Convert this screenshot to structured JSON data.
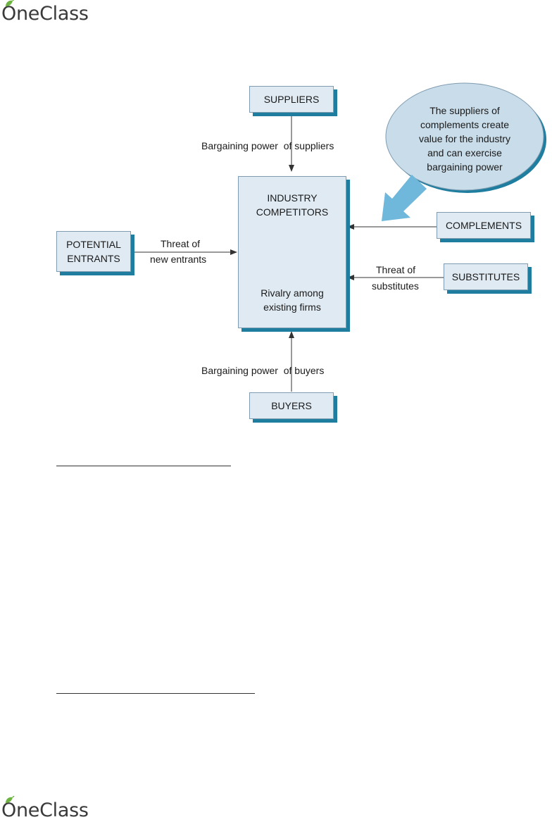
{
  "brand": {
    "name": "OneClass"
  },
  "diagram": {
    "suppliers": "SUPPLIERS",
    "buyers": "BUYERS",
    "potential_entrants": [
      "POTENTIAL",
      "ENTRANTS"
    ],
    "complements": "COMPLEMENTS",
    "substitutes": "SUBSTITUTES",
    "industry_competitors": [
      "INDUSTRY",
      "COMPETITORS"
    ],
    "rivalry": [
      "Rivalry among",
      "existing firms"
    ],
    "bargaining_suppliers": "Bargaining power  of suppliers",
    "bargaining_buyers": "Bargaining power  of buyers",
    "threat_new_entrants": [
      "Threat of",
      "new entrants"
    ],
    "threat_substitutes": [
      "Threat of",
      "substitutes"
    ],
    "callout": [
      "The suppliers of",
      "complements create",
      "value for the industry",
      "and can exercise",
      "bargaining power"
    ]
  },
  "colors": {
    "box_fill": "#dfeaf3",
    "box_shadow": "#1f7ea0",
    "bubble_fill": "#c9dce9",
    "callout_arrow": "#6fb8db",
    "cycle_light": "#7ec3e3",
    "cycle_dark": "#1585b3"
  }
}
